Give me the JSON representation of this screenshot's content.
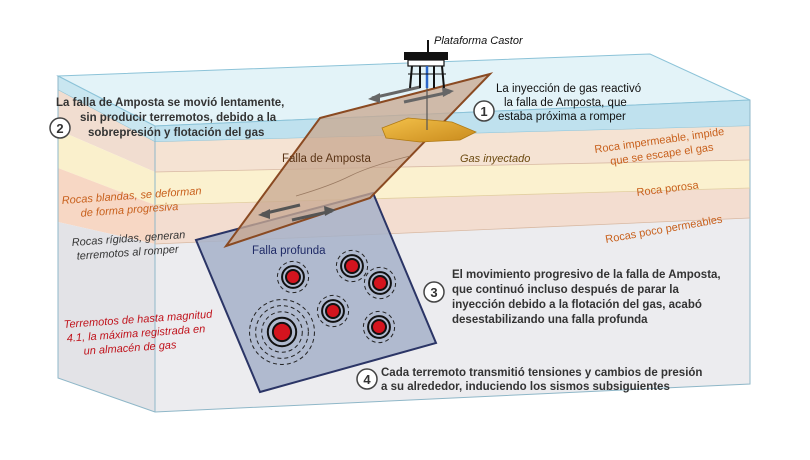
{
  "platform": {
    "label": "Plataforma Castor"
  },
  "fault_amposta": {
    "label": "Falla de Amposta"
  },
  "fault_deep": {
    "label": "Falla profunda"
  },
  "gas": {
    "label": "Gas inyectado"
  },
  "layers": {
    "impermeable": {
      "lines": [
        "Roca impermeable, impide",
        "que se escape el gas"
      ]
    },
    "porous": {
      "label": "Roca porosa"
    },
    "low_perm": {
      "label": "Rocas poco permeables"
    }
  },
  "rocks": {
    "soft": {
      "lines": [
        "Rocas blandas, se deforman",
        "de forma progresiva"
      ]
    },
    "rigid": {
      "lines": [
        "Rocas rígidas, generan",
        "terremotos al romper"
      ]
    },
    "quakes": {
      "lines": [
        "Terremotos de hasta magnitud",
        "4.1, la máxima registrada en",
        "un almacén de gas"
      ]
    }
  },
  "steps": [
    {
      "num": "1",
      "lines": [
        "La inyección de gas reactivó",
        "la falla de Amposta, que",
        "estaba próxima a romper"
      ]
    },
    {
      "num": "2",
      "lines": [
        "La falla de Amposta se movió lentamente,",
        "sin producir terremotos, debido a la",
        "sobrepresión y flotación del gas"
      ]
    },
    {
      "num": "3",
      "lines": [
        "El movimiento progresivo de la falla de Amposta,",
        "que continuó incluso después de parar la",
        "inyección debido a la flotación del gas, acabó",
        "desestabilizando una falla profunda"
      ]
    },
    {
      "num": "4",
      "lines": [
        "Cada terremoto transmitió tensiones y cambios de presión",
        "a su alrededor, induciendo los sismos subsiguientes"
      ]
    }
  ],
  "colors": {
    "water": "#cfe9f1",
    "impermeable": "#f5e3d3",
    "porous": "#fbf1cf",
    "low_perm": "#f3ddd0",
    "rigid": "#e9e9ec",
    "fault_amposta": "#c9a992",
    "fault_deep": "#a6b1c9",
    "quake": "#d4141e",
    "orange_text": "#c8601c",
    "red_text": "#c0121b"
  }
}
